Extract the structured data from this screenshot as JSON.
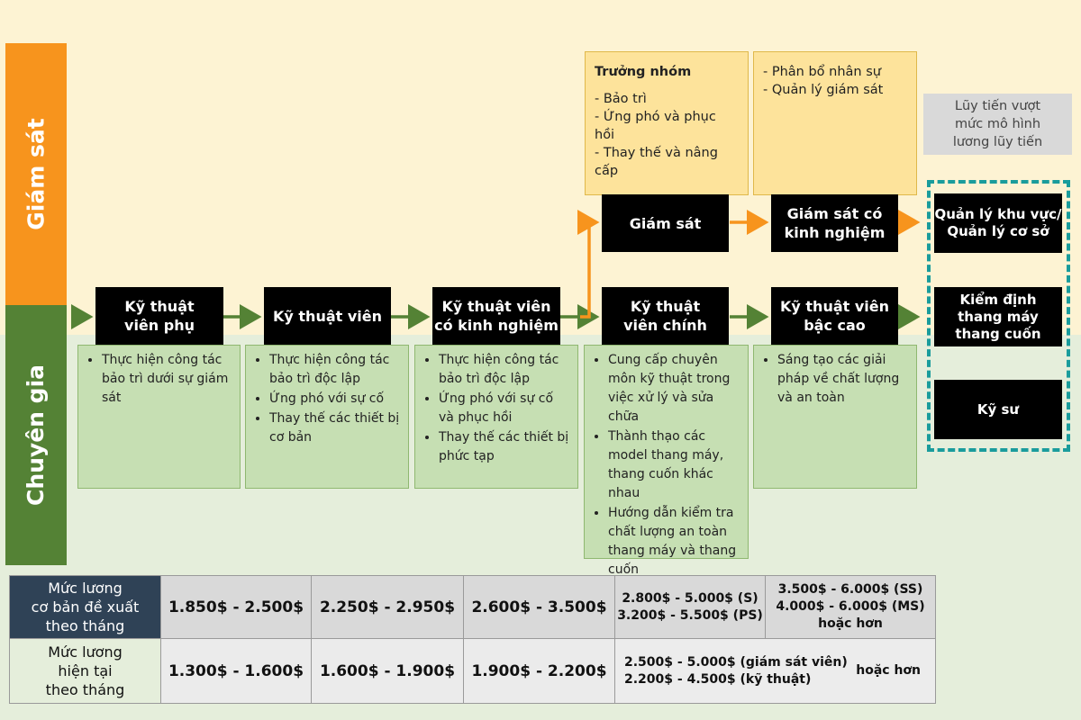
{
  "tracks": {
    "supervision": "Giám sát",
    "specialist": "Chuyên gia"
  },
  "main_boxes": [
    "Kỹ thuật\nviên phụ",
    "Kỹ thuật viên",
    "Kỹ thuật viên\ncó kinh nghiệm",
    "Kỹ thuật\nviên chính",
    "Kỹ thuật viên\nbậc cao"
  ],
  "supervision_boxes": [
    "Giám sát",
    "Giám sát có\nkinh nghiệm"
  ],
  "right_boxes": [
    "Quản lý khu vực/\nQuản lý cơ sở",
    "Kiểm định\nthang máy\nthang cuốn",
    "Kỹ sư"
  ],
  "progressive_note": "Lũy tiến vượt\nmức mô hình\nlương lũy tiến",
  "supervisor_roles": {
    "title": "Trưởng nhóm",
    "items": [
      "- Bảo trì",
      "- Ứng phó và phục hồi",
      "- Thay thế và nâng cấp"
    ]
  },
  "senior_supervisor_roles": {
    "items": [
      "- Phân bổ nhân sự",
      "- Quản lý giám sát"
    ]
  },
  "descriptions": [
    [
      "Thực hiện công tác bảo trì dưới sự giám sát"
    ],
    [
      "Thực hiện công tác bảo trì độc lập",
      "Ứng phó với sự cố",
      "Thay thế các thiết bị cơ bản"
    ],
    [
      "Thực hiện công tác bảo trì độc lập",
      "Ứng phó với sự cố và phục hồi",
      "Thay thế các thiết bị phức tạp"
    ],
    [
      "Cung cấp chuyên môn kỹ thuật trong việc xử lý và sửa chữa",
      "Thành thạo các model thang máy, thang cuốn khác nhau",
      "Hướng dẫn kiểm tra chất lượng an toàn thang máy và thang cuốn"
    ],
    [
      "Sáng tạo các giải pháp về chất lượng và an toàn"
    ]
  ],
  "salary_table": {
    "proposed_label": "Mức lương\ncơ bản đề xuất\ntheo tháng",
    "proposed": [
      "1.850$ - 2.500$",
      "2.250$ - 2.950$",
      "2.600$ - 3.500$",
      "2.800$ - 5.000$ (S)\n3.200$ - 5.500$ (PS)",
      "3.500$ - 6.000$ (SS)\n4.000$ - 6.000$ (MS)\nhoặc hơn"
    ],
    "current_label": "Mức lương\nhiện tại\ntheo tháng",
    "current": [
      "1.300$ - 1.600$",
      "1.600$ - 1.900$",
      "1.900$ - 2.200$",
      "2.500$ - 5.000$ (giám sát viên)\n2.200$ - 4.500$ (kỹ thuật)",
      "hoặc hơn"
    ]
  },
  "colors": {
    "orange": "#f7941d",
    "green": "#548235",
    "teal": "#1a9c9c",
    "navy": "#2f4256",
    "light_green": "#c6dfb3",
    "yellow": "#fde39b"
  }
}
